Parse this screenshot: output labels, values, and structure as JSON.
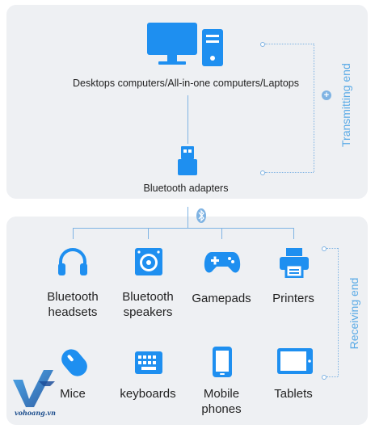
{
  "transmit": {
    "computers_label": "Desktops computers/All-in-one computers/Laptops",
    "adapter_label": "Bluetooth adapters",
    "side_label": "Transmitting end",
    "plus_symbol": "+"
  },
  "receive": {
    "side_label": "Receiving end",
    "devices": [
      {
        "label": "Bluetooth\nheadsets",
        "icon": "headset-icon"
      },
      {
        "label": "Bluetooth\nspeakers",
        "icon": "speaker-icon"
      },
      {
        "label": "Gamepads",
        "icon": "gamepad-icon"
      },
      {
        "label": "Printers",
        "icon": "printer-icon"
      },
      {
        "label": "Mice",
        "icon": "mouse-icon"
      },
      {
        "label": "keyboards",
        "icon": "keyboard-icon"
      },
      {
        "label": "Mobile\nphones",
        "icon": "phone-icon"
      },
      {
        "label": "Tablets",
        "icon": "tablet-icon"
      }
    ]
  },
  "watermark": {
    "text": "vohoang.vn"
  },
  "colors": {
    "accent": "#1e8ff0",
    "panel": "#eef0f3",
    "line": "#7fb3e3",
    "side_text": "#5aaae6"
  }
}
